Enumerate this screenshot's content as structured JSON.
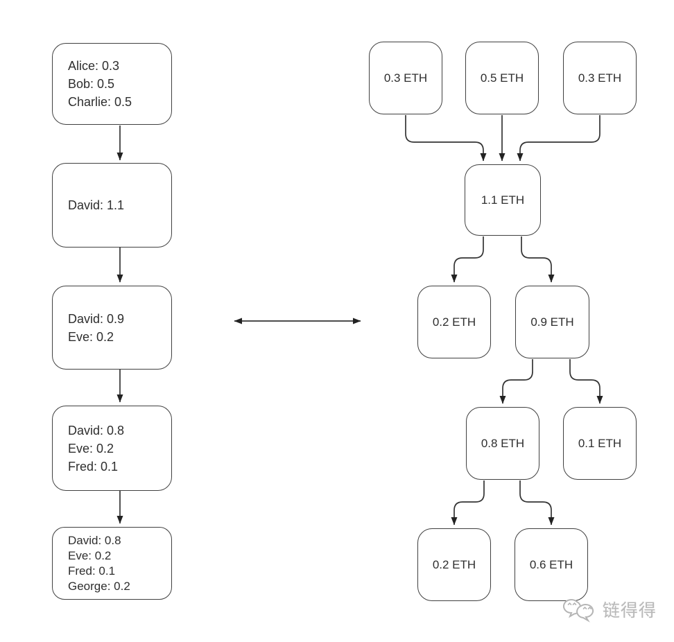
{
  "account_model": {
    "nodes": [
      {
        "lines": [
          "Alice: 0.3",
          "Bob: 0.5",
          "Charlie: 0.5"
        ]
      },
      {
        "lines": [
          "David: 1.1"
        ]
      },
      {
        "lines": [
          "David: 0.9",
          "Eve: 0.2"
        ]
      },
      {
        "lines": [
          "David: 0.8",
          "Eve: 0.2",
          "Fred: 0.1"
        ]
      },
      {
        "lines": [
          "David: 0.8",
          "Eve: 0.2",
          "Fred: 0.1",
          "George: 0.2"
        ]
      }
    ]
  },
  "utxo_model": {
    "nodes": [
      {
        "label": "0.3 ETH"
      },
      {
        "label": "0.5 ETH"
      },
      {
        "label": "0.3 ETH"
      },
      {
        "label": "1.1 ETH"
      },
      {
        "label": "0.2 ETH"
      },
      {
        "label": "0.9 ETH"
      },
      {
        "label": "0.8 ETH"
      },
      {
        "label": "0.1 ETH"
      },
      {
        "label": "0.2 ETH"
      },
      {
        "label": "0.6 ETH"
      }
    ]
  },
  "watermark": {
    "text": "链得得"
  },
  "colors": {
    "line": "#333333",
    "box_border": "#3f3f3f",
    "text": "#2e2e2e",
    "background": "#ffffff",
    "watermark": "#b9b9b9"
  }
}
